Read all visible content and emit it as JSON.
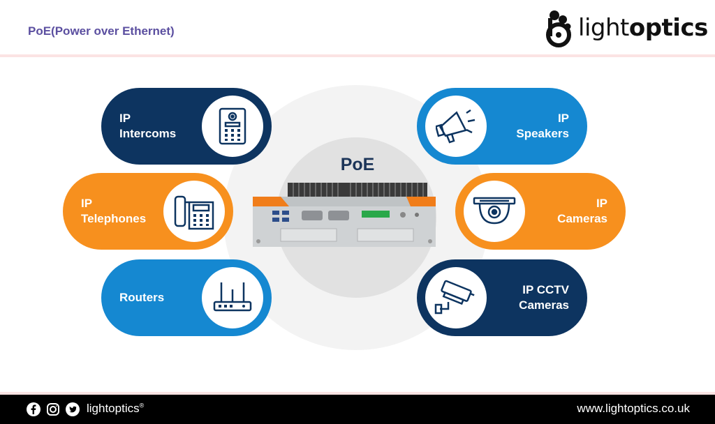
{
  "header": {
    "title": "PoE(Power over Ethernet)",
    "logo": {
      "text_light": "light",
      "text_bold": "optics",
      "icon": "lightoptics-logo-mark"
    }
  },
  "diagram": {
    "center_label": "PoE",
    "device_icon": "poe-switch-device",
    "items": [
      {
        "label": "IP\nIntercoms",
        "icon": "intercom-icon",
        "color": "#0d3460"
      },
      {
        "label": "IP\nTelephones",
        "icon": "telephone-icon",
        "color": "#f7901e"
      },
      {
        "label": "Routers",
        "icon": "router-icon",
        "color": "#1588d1"
      },
      {
        "label": "IP\nSpeakers",
        "icon": "speaker-icon",
        "color": "#1588d1"
      },
      {
        "label": "IP\nCameras",
        "icon": "dome-camera-icon",
        "color": "#f7901e"
      },
      {
        "label": "IP CCTV\nCameras",
        "icon": "cctv-camera-icon",
        "color": "#0d3460"
      }
    ]
  },
  "footer": {
    "brand": "lightoptics",
    "brand_mark": "®",
    "url": "www.lightoptics.co.uk",
    "social_icons": [
      "facebook-icon",
      "instagram-icon",
      "twitter-icon"
    ]
  },
  "colors": {
    "title": "#5b4fa0",
    "navy": "#0d3460",
    "blue": "#1588d1",
    "orange": "#f7901e",
    "footer_bg": "#000000"
  }
}
